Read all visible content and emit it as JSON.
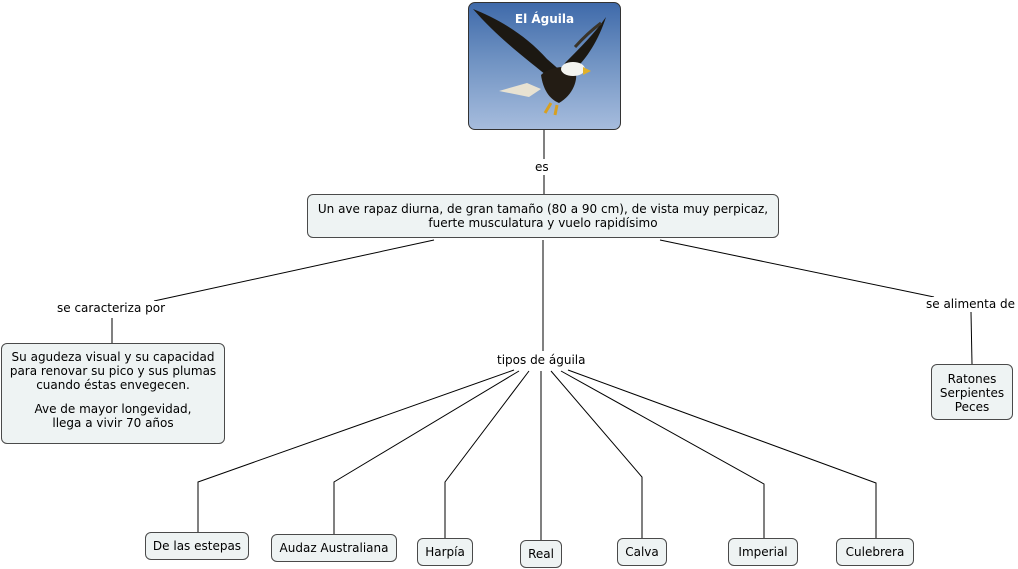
{
  "title": "El Águila",
  "links": {
    "es": "es",
    "se_caracteriza_por": "se caracteriza por",
    "tipos": "tipos de águila",
    "se_alimenta_de": "se alimenta de"
  },
  "definition": "Un ave rapaz diurna, de gran tamaño (80 a 90 cm), de vista muy perpicaz,\nfuerte musculatura y vuelo rapidísimo",
  "characteristics": {
    "line1": "Su agudeza visual y su capacidad\npara renovar su pico y sus plumas\ncuando éstas envegecen.",
    "line2": "Ave de mayor longevidad,\nllega a vivir 70 años"
  },
  "food": "Ratones\nSerpientes\nPeces",
  "types": [
    "De las estepas",
    "Audaz Australiana",
    "Harpía",
    "Real",
    "Calva",
    "Imperial",
    "Culebrera"
  ]
}
